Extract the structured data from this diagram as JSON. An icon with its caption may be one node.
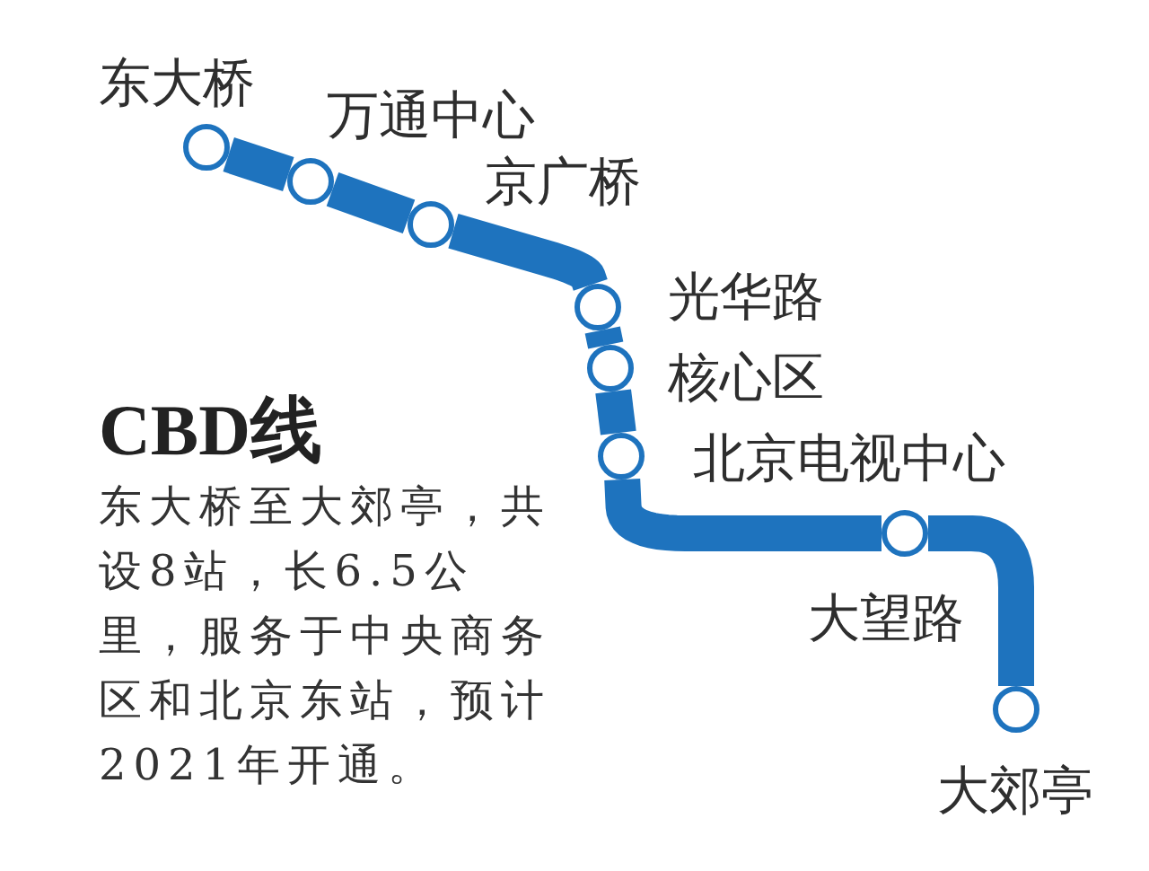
{
  "diagram": {
    "title": "CBD线",
    "nodes": [
      {
        "text": [
          "东大桥"
        ]
      },
      {
        "text": [
          "万通中心"
        ]
      },
      {
        "text": [
          "京广桥"
        ]
      },
      {
        "text": [
          "光华路"
        ]
      },
      {
        "text": [
          "核心区"
        ]
      },
      {
        "text": [
          "北京电视中心"
        ]
      },
      {
        "text": [
          "大望路"
        ]
      },
      {
        "text": [
          "大郊亭"
        ]
      }
    ],
    "edges": [
      {
        "from": 0,
        "to": 1,
        "arrow": "none"
      },
      {
        "from": 1,
        "to": 2,
        "arrow": "none"
      },
      {
        "from": 2,
        "to": 3,
        "arrow": "none"
      },
      {
        "from": 3,
        "to": 4,
        "arrow": "none"
      },
      {
        "from": 4,
        "to": 5,
        "arrow": "none"
      },
      {
        "from": 5,
        "to": 6,
        "arrow": "none"
      },
      {
        "from": 6,
        "to": 7,
        "arrow": "none"
      }
    ],
    "labels": [
      "东大桥至大郊亭，共设8站，长6.5公里，服务于中央商务区和北京东站，预计2021年开通。"
    ]
  }
}
